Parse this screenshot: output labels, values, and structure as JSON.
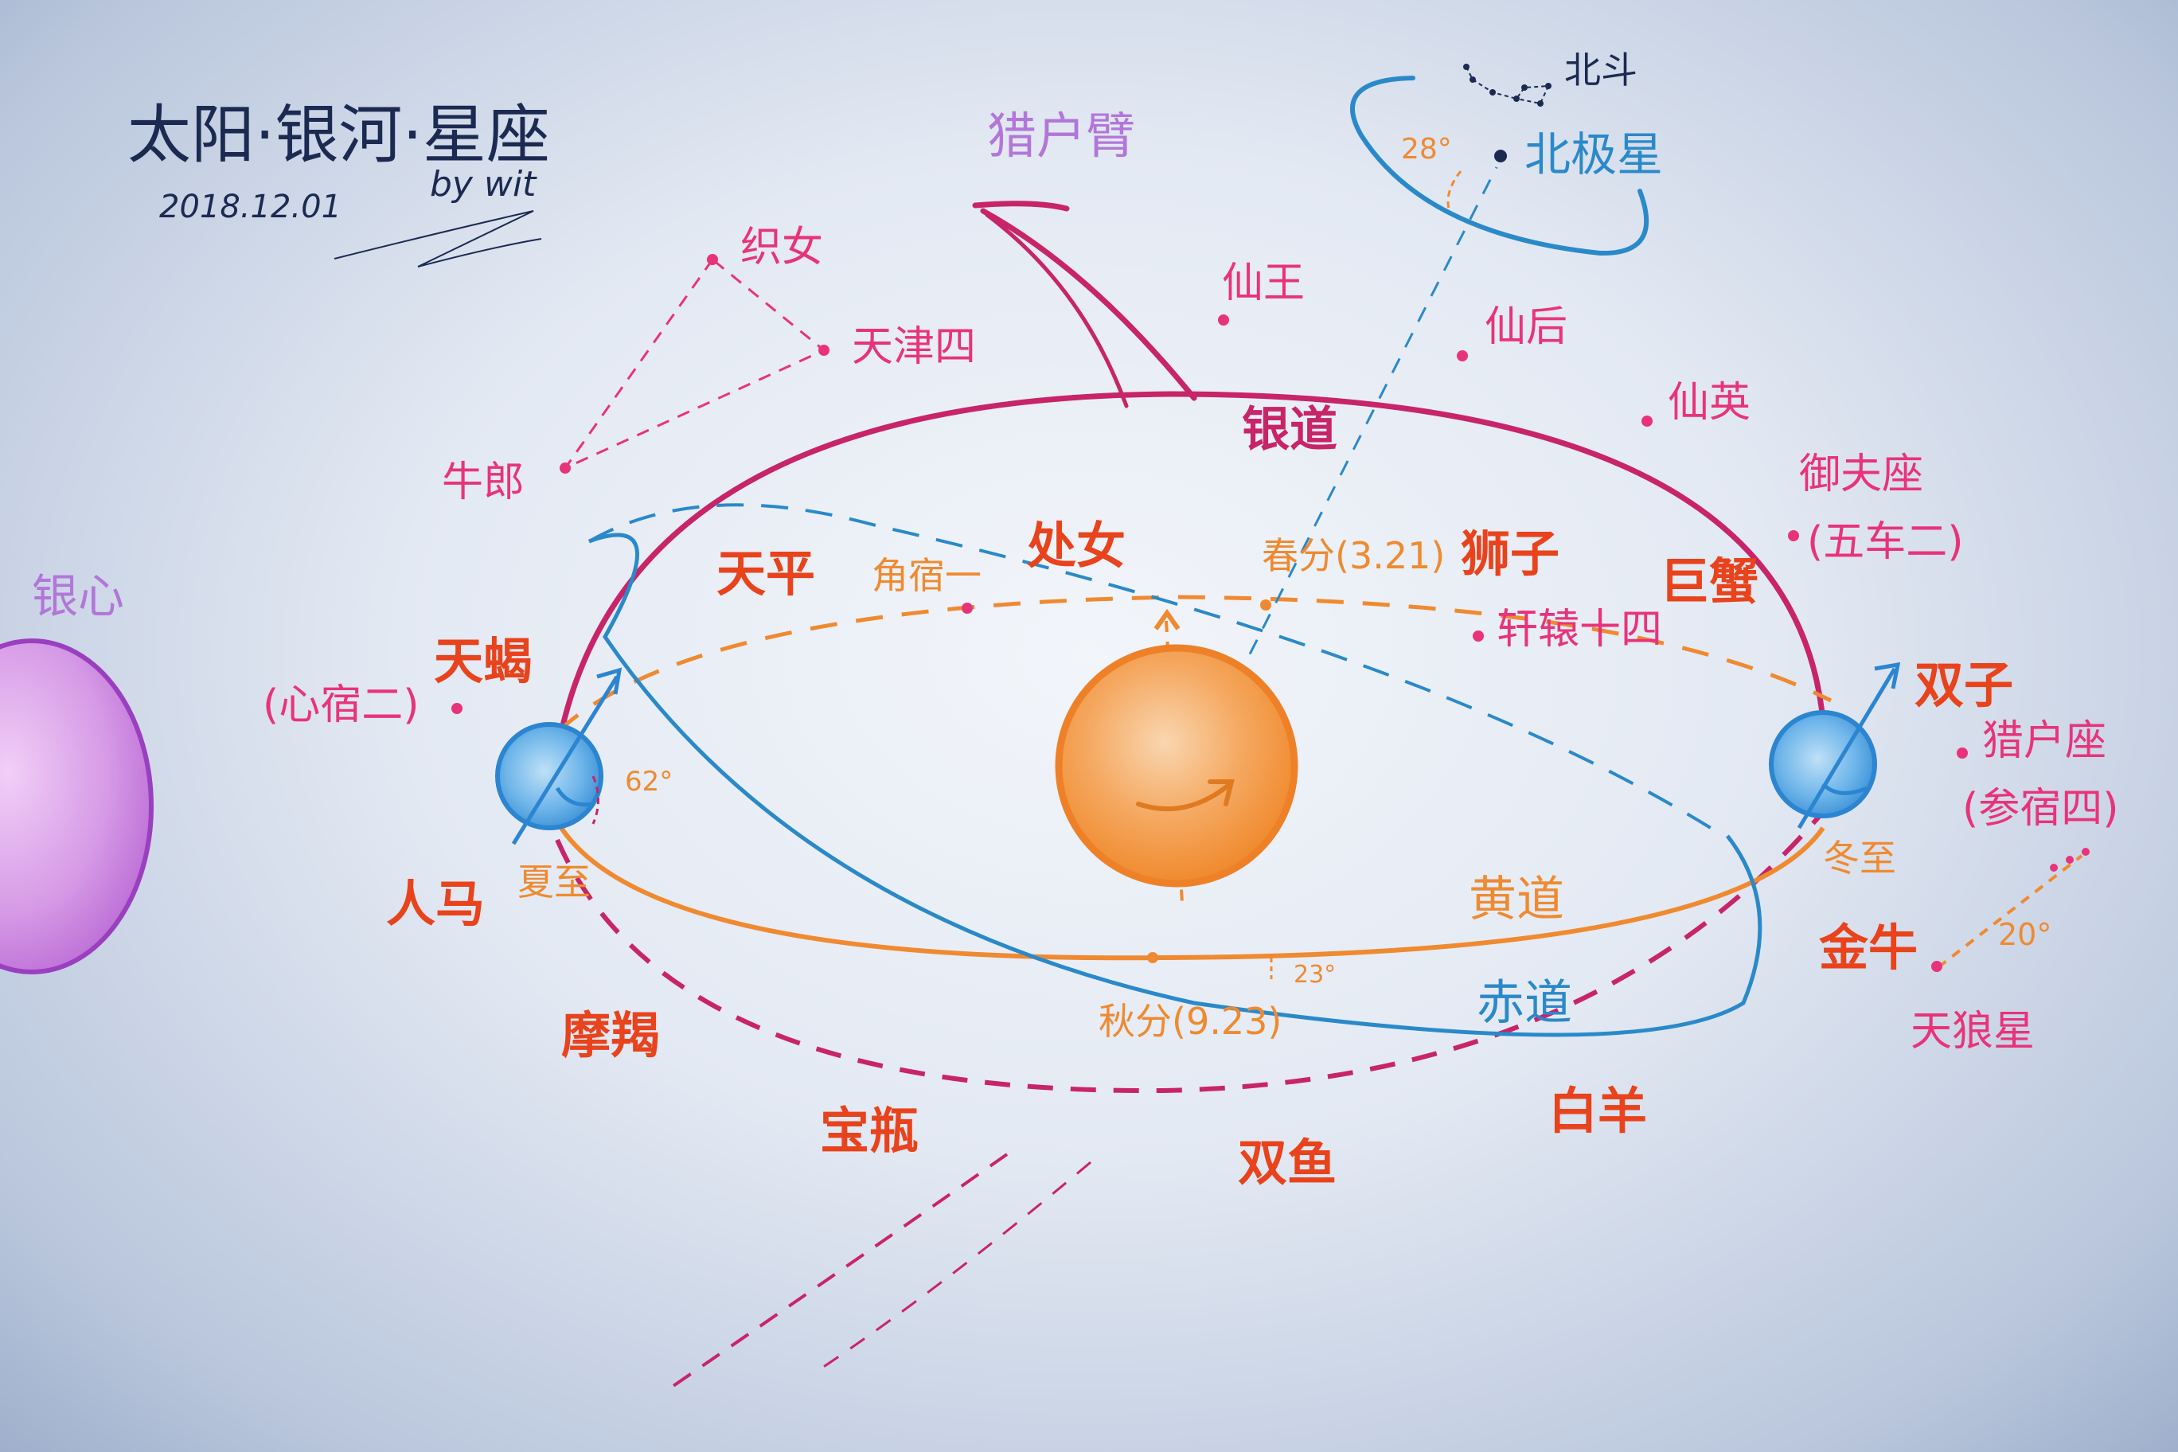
{
  "title": "太阳·银河·星座",
  "date": "2018.12.01",
  "author": "by wit",
  "galactic_center": "银心",
  "galactic_arm": "猎户臂",
  "circles": {
    "galactic_plane": "银道",
    "ecliptic": "黄道",
    "celestial_equator": "赤道"
  },
  "seasonal_points": {
    "vernal_equinox": "春分(3.21)",
    "autumnal_equinox": "秋分(9.23)",
    "summer_solstice": "夏至",
    "winter_solstice": "冬至"
  },
  "angles": {
    "earth_tilt": "62°",
    "ecliptic_equator": "23°",
    "polaris_axis": "28°",
    "sirius": "20°"
  },
  "zodiac": {
    "virgo": "处女",
    "libra": "天平",
    "scorpio": "天蝎",
    "sagittarius": "人马",
    "capricorn": "摩羯",
    "aquarius": "宝瓶",
    "pisces": "双鱼",
    "aries": "白羊",
    "taurus": "金牛",
    "gemini": "双子",
    "cancer": "巨蟹",
    "leo": "狮子"
  },
  "stars": {
    "vega": "织女",
    "deneb": "天津四",
    "altair": "牛郎",
    "cepheus": "仙王",
    "cassiopeia": "仙后",
    "perseus": "仙英",
    "auriga": "御夫座",
    "capella": "(五车二)",
    "spica": "角宿一",
    "regulus": "轩辕十四",
    "antares": "(心宿二)",
    "orion": "猎户座",
    "betelgeuse": "(参宿四)",
    "sirius": "天狼星",
    "big_dipper": "北斗",
    "polaris": "北极星"
  },
  "colors": {
    "galactic": "#c8246a",
    "ecliptic": "#ef8a30",
    "equator": "#2a89c9",
    "zodiac": "#e8431c",
    "stars": "#e8337a",
    "sun": "#f39a3c"
  }
}
